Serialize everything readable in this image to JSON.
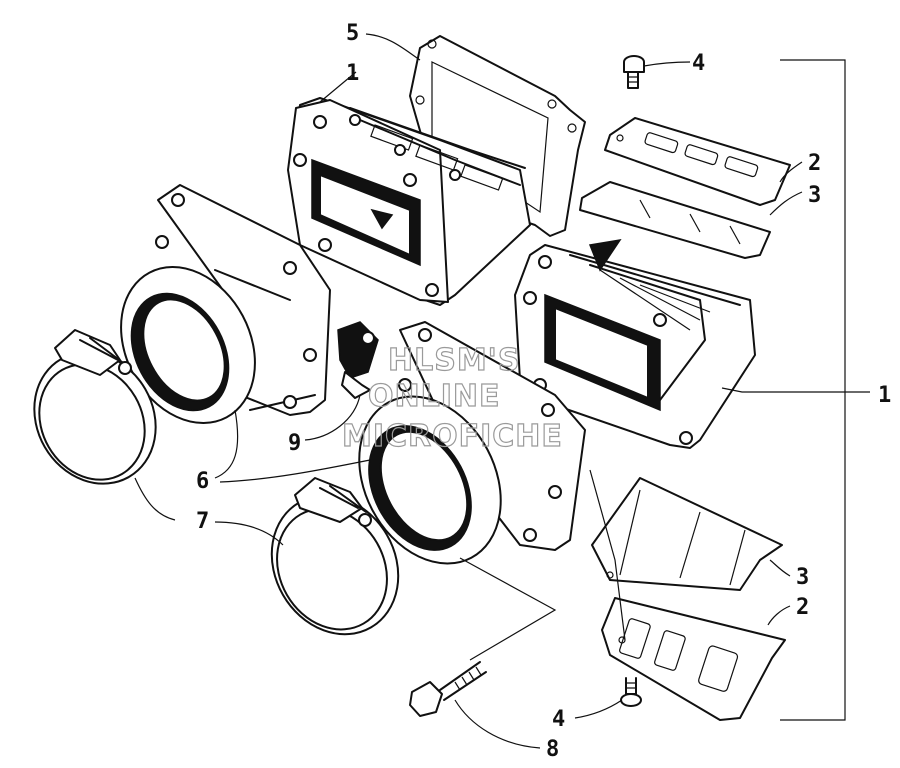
{
  "callouts": {
    "c1_top": "1",
    "c1_right": "1",
    "c2_top": "2",
    "c2_bottom": "2",
    "c3_top": "3",
    "c3_bottom": "3",
    "c4_top": "4",
    "c4_bottom": "4",
    "c5": "5",
    "c6": "6",
    "c7": "7",
    "c8": "8",
    "c9": "9"
  },
  "watermark": {
    "line1": "HLSM'S",
    "line2": "ONLINE",
    "line3": "MICROFICHE"
  }
}
